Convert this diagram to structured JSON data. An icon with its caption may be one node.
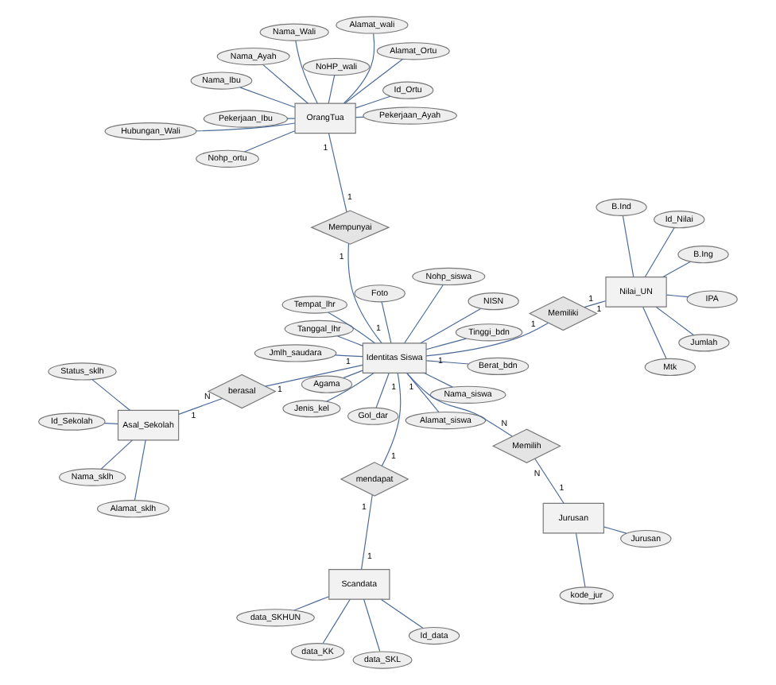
{
  "diagram": {
    "nodes": [
      {
        "text": [
          "Id_Sekolah"
        ]
      },
      {
        "text": [
          "Alamat_sklh"
        ]
      },
      {
        "text": [
          "Nama_sklh"
        ]
      },
      {
        "text": [
          "Status_sklh"
        ]
      },
      {
        "text": [
          "Id_data"
        ]
      },
      {
        "text": [
          "data_SKHUN"
        ]
      },
      {
        "text": [
          "data_KK"
        ]
      },
      {
        "text": [
          "data_SKL"
        ]
      },
      {
        "text": [
          "Asal_Sekolah"
        ]
      },
      {
        "text": [
          "Scandata"
        ]
      },
      {
        "text": [
          "berasal"
        ]
      },
      {
        "text": [
          "mendapat"
        ]
      },
      {
        "text": [
          "Id_Ortu"
        ]
      },
      {
        "text": [
          "NISN"
        ]
      },
      {
        "text": [
          "Nama_Ayah"
        ]
      },
      {
        "text": [
          "Nama_siswa"
        ]
      },
      {
        "text": [
          "Pekerjaan_Ayah"
        ]
      },
      {
        "text": [
          "Tempat_lhr"
        ]
      },
      {
        "text": [
          "Nama_Ibu"
        ]
      },
      {
        "text": [
          "Tanggal_lhr"
        ]
      },
      {
        "text": [
          "Pekerjaan_Ibu"
        ]
      },
      {
        "text": [
          "Jenis_kel"
        ]
      },
      {
        "text": [
          "Identitas Siswa"
        ]
      },
      {
        "text": [
          "Mempunyai"
        ]
      },
      {
        "text": [
          "OrangTua"
        ]
      },
      {
        "text": [
          "Alamat_siswa"
        ]
      },
      {
        "text": [
          "Alamat_Ortu"
        ]
      },
      {
        "text": [
          "Agama"
        ]
      },
      {
        "text": [
          "Nohp_ortu"
        ]
      },
      {
        "text": [
          "Berat_bdn"
        ]
      },
      {
        "text": [
          "Nama_Wali"
        ]
      },
      {
        "text": [
          "Tinggi_bdn"
        ]
      },
      {
        "text": [
          "Memilih"
        ]
      },
      {
        "text": [
          "Memiliki"
        ]
      },
      {
        "text": [
          "Alamat_wali"
        ]
      },
      {
        "text": [
          "Gol_dar"
        ]
      },
      {
        "text": [
          "NoHP_wali"
        ]
      },
      {
        "text": [
          "Nohp_siswa"
        ]
      },
      {
        "text": [
          "Hubungan_Wali"
        ]
      },
      {
        "text": [
          "Jmlh_saudara"
        ]
      },
      {
        "text": [
          "Nilai_UN"
        ]
      },
      {
        "text": [
          "Foto"
        ]
      },
      {
        "text": [
          "Jurusan"
        ]
      },
      {
        "text": [
          "Id_Nilai"
        ]
      },
      {
        "text": [
          "IPA"
        ]
      },
      {
        "text": [
          "Mtk"
        ]
      },
      {
        "text": [
          "Jumlah"
        ]
      },
      {
        "text": [
          "kode_jur"
        ]
      },
      {
        "text": [
          "Jurusan"
        ]
      },
      {
        "text": [
          "B.Ing"
        ]
      },
      {
        "text": [
          "B.Ind"
        ]
      }
    ],
    "edges": [
      {
        "from": 8,
        "to": 10,
        "arrow": "none"
      },
      {
        "from": 10,
        "to": 22,
        "arrow": "none"
      },
      {
        "from": 9,
        "to": 11,
        "arrow": "none"
      },
      {
        "from": 11,
        "to": 22,
        "arrow": "none"
      },
      {
        "from": 22,
        "to": 23,
        "arrow": "none"
      },
      {
        "from": 23,
        "to": 24,
        "arrow": "none"
      },
      {
        "from": 22,
        "to": 32,
        "arrow": "none"
      },
      {
        "from": 32,
        "to": 42,
        "arrow": "none"
      },
      {
        "from": 22,
        "to": 33,
        "arrow": "none"
      },
      {
        "from": 33,
        "to": 40,
        "arrow": "none"
      },
      {
        "from": 8,
        "to": 0,
        "arrow": "none"
      },
      {
        "from": 8,
        "to": 1,
        "arrow": "none"
      },
      {
        "from": 8,
        "to": 2,
        "arrow": "none"
      },
      {
        "from": 8,
        "to": 3,
        "arrow": "none"
      },
      {
        "from": 9,
        "to": 4,
        "arrow": "none"
      },
      {
        "from": 9,
        "to": 5,
        "arrow": "none"
      },
      {
        "from": 9,
        "to": 6,
        "arrow": "none"
      },
      {
        "from": 9,
        "to": 7,
        "arrow": "none"
      },
      {
        "from": 22,
        "to": 13,
        "arrow": "none"
      },
      {
        "from": 22,
        "to": 15,
        "arrow": "none"
      },
      {
        "from": 22,
        "to": 17,
        "arrow": "none"
      },
      {
        "from": 22,
        "to": 19,
        "arrow": "none"
      },
      {
        "from": 22,
        "to": 21,
        "arrow": "none"
      },
      {
        "from": 22,
        "to": 25,
        "arrow": "none"
      },
      {
        "from": 22,
        "to": 27,
        "arrow": "none"
      },
      {
        "from": 22,
        "to": 29,
        "arrow": "none"
      },
      {
        "from": 22,
        "to": 31,
        "arrow": "none"
      },
      {
        "from": 22,
        "to": 35,
        "arrow": "none"
      },
      {
        "from": 22,
        "to": 37,
        "arrow": "none"
      },
      {
        "from": 22,
        "to": 39,
        "arrow": "none"
      },
      {
        "from": 22,
        "to": 41,
        "arrow": "none"
      },
      {
        "from": 24,
        "to": 12,
        "arrow": "none"
      },
      {
        "from": 24,
        "to": 14,
        "arrow": "none"
      },
      {
        "from": 24,
        "to": 16,
        "arrow": "none"
      },
      {
        "from": 24,
        "to": 18,
        "arrow": "none"
      },
      {
        "from": 24,
        "to": 20,
        "arrow": "none"
      },
      {
        "from": 24,
        "to": 26,
        "arrow": "none"
      },
      {
        "from": 24,
        "to": 28,
        "arrow": "none"
      },
      {
        "from": 24,
        "to": 30,
        "arrow": "none"
      },
      {
        "from": 24,
        "to": 34,
        "arrow": "none"
      },
      {
        "from": 24,
        "to": 36,
        "arrow": "none"
      },
      {
        "from": 24,
        "to": 38,
        "arrow": "none"
      },
      {
        "from": 42,
        "to": 47,
        "arrow": "none"
      },
      {
        "from": 42,
        "to": 48,
        "arrow": "none"
      },
      {
        "from": 40,
        "to": 43,
        "arrow": "none"
      },
      {
        "from": 40,
        "to": 44,
        "arrow": "none"
      },
      {
        "from": 40,
        "to": 45,
        "arrow": "none"
      },
      {
        "from": 40,
        "to": 46,
        "arrow": "none"
      },
      {
        "from": 40,
        "to": 49,
        "arrow": "none"
      },
      {
        "from": 40,
        "to": 50,
        "arrow": "none"
      }
    ],
    "labels": [
      "1",
      "N",
      "1",
      "1",
      "1",
      "1",
      "1",
      "1",
      "1",
      "1",
      "1",
      "1",
      "1",
      "N",
      "N",
      "1",
      "1",
      "1",
      "1",
      "1"
    ]
  }
}
